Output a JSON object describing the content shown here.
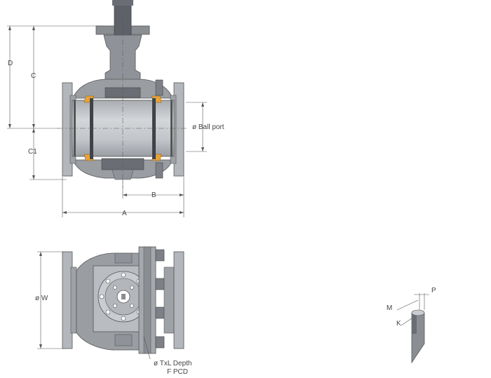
{
  "labels": {
    "d": "D",
    "c": "C",
    "c1": "C1",
    "ball_port": "ø Ball port",
    "b": "B",
    "a": "A",
    "w": "ø W",
    "txl_depth": "ø TxL Depth",
    "f_pcd": "F PCD",
    "p": "P",
    "m": "M",
    "k": "K"
  },
  "colors": {
    "body": "#8f9399",
    "body_light": "#b9bcc1",
    "body_dark": "#6a6e74",
    "bore": "#c7cace",
    "seat": "#e7a23a",
    "dim_line": "#555555",
    "background": "#ffffff"
  }
}
